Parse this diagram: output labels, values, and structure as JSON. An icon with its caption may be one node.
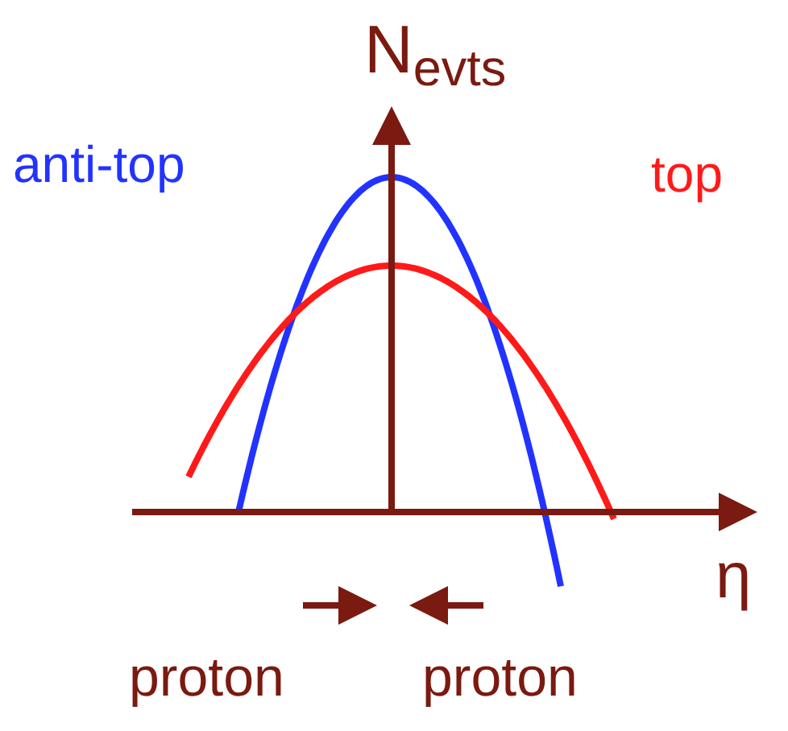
{
  "diagram": {
    "labels": [
      "N$_{evts}$",
      "anti-top",
      "top",
      "η",
      "proton",
      "proton"
    ]
  }
}
